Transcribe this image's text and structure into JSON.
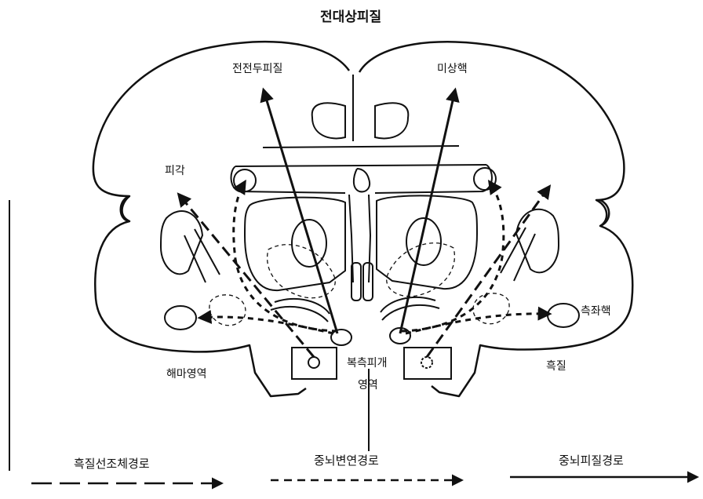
{
  "title": "전대상피질",
  "regions": {
    "prefrontal": "전전두피질",
    "amygdala": "미상핵",
    "olfactory": "피각",
    "accumbens": "측좌핵",
    "hippocampus": "해마영역",
    "vta_line1": "복측피개",
    "vta_line2": "영역",
    "substantia_nigra": "흑질"
  },
  "legend": {
    "nigrostriatal": "흑질선조체경로",
    "mesolimbic": "중뇌변연경로",
    "mesocortical": "중뇌피질경로"
  },
  "colors": {
    "ink": "#111111",
    "background": "#ffffff"
  }
}
